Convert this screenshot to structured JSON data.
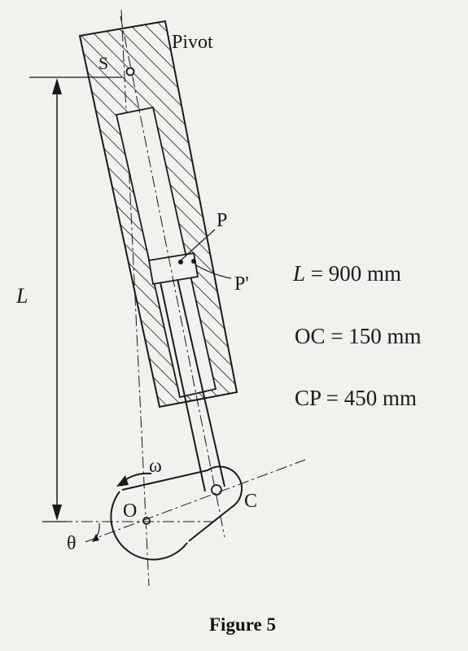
{
  "labels": {
    "pivot": "Pivot",
    "s": "S",
    "p": "P",
    "p_prime": "P'",
    "l": "L",
    "omega": "ω",
    "o": "O",
    "c": "C",
    "theta": "θ"
  },
  "given": {
    "l_symbol": "L",
    "l_rest": " = 900 mm",
    "oc": "OC = 150 mm",
    "cp": "CP = 450 mm"
  },
  "caption": "Figure 5"
}
